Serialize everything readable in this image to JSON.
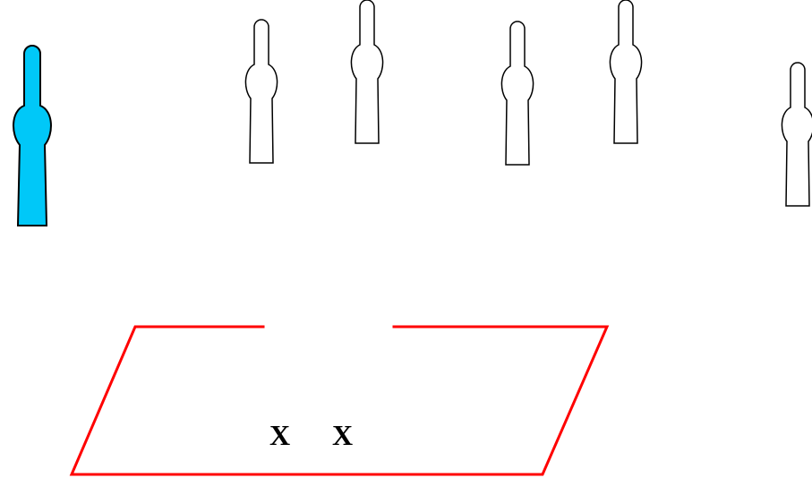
{
  "figures": [
    {
      "id": "figure-1",
      "highlighted": true
    },
    {
      "id": "figure-2",
      "highlighted": false
    },
    {
      "id": "figure-3",
      "highlighted": false
    },
    {
      "id": "figure-4",
      "highlighted": false
    },
    {
      "id": "figure-5",
      "highlighted": false
    },
    {
      "id": "figure-6",
      "highlighted": false
    }
  ],
  "marks": [
    "X",
    "X"
  ],
  "colors": {
    "highlight_fill": "#00c8f8",
    "figure_stroke": "#000000",
    "figure_fill": "#ffffff",
    "zone_stroke": "#ff0000"
  },
  "zone": {
    "shape": "parallelogram",
    "gap_in_top_edge": true
  }
}
